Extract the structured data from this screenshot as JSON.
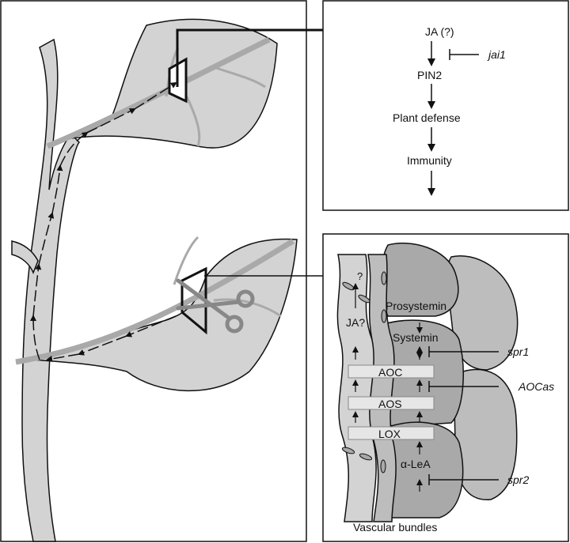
{
  "top_panel": {
    "pathway": [
      "JA (?)",
      "PIN2",
      "Plant defense",
      "Immunity"
    ],
    "inhibitor": "jai1"
  },
  "bottom_panel": {
    "question_mark": "?",
    "ja_label": "JA?",
    "prosystemin": "Prosystemin",
    "systemin": "Systemin",
    "enzymes": [
      "AOC",
      "AOS",
      "LOX"
    ],
    "alpha_lea": "α-LeA",
    "inhibitors": [
      "spr1",
      "AOCas",
      "spr2"
    ],
    "caption": "Vascular bundles"
  },
  "colors": {
    "leaf_fill": "#d3d3d3",
    "vein": "#a9a9a9",
    "cell_fill": "#bdbdbd",
    "line": "#111111"
  }
}
